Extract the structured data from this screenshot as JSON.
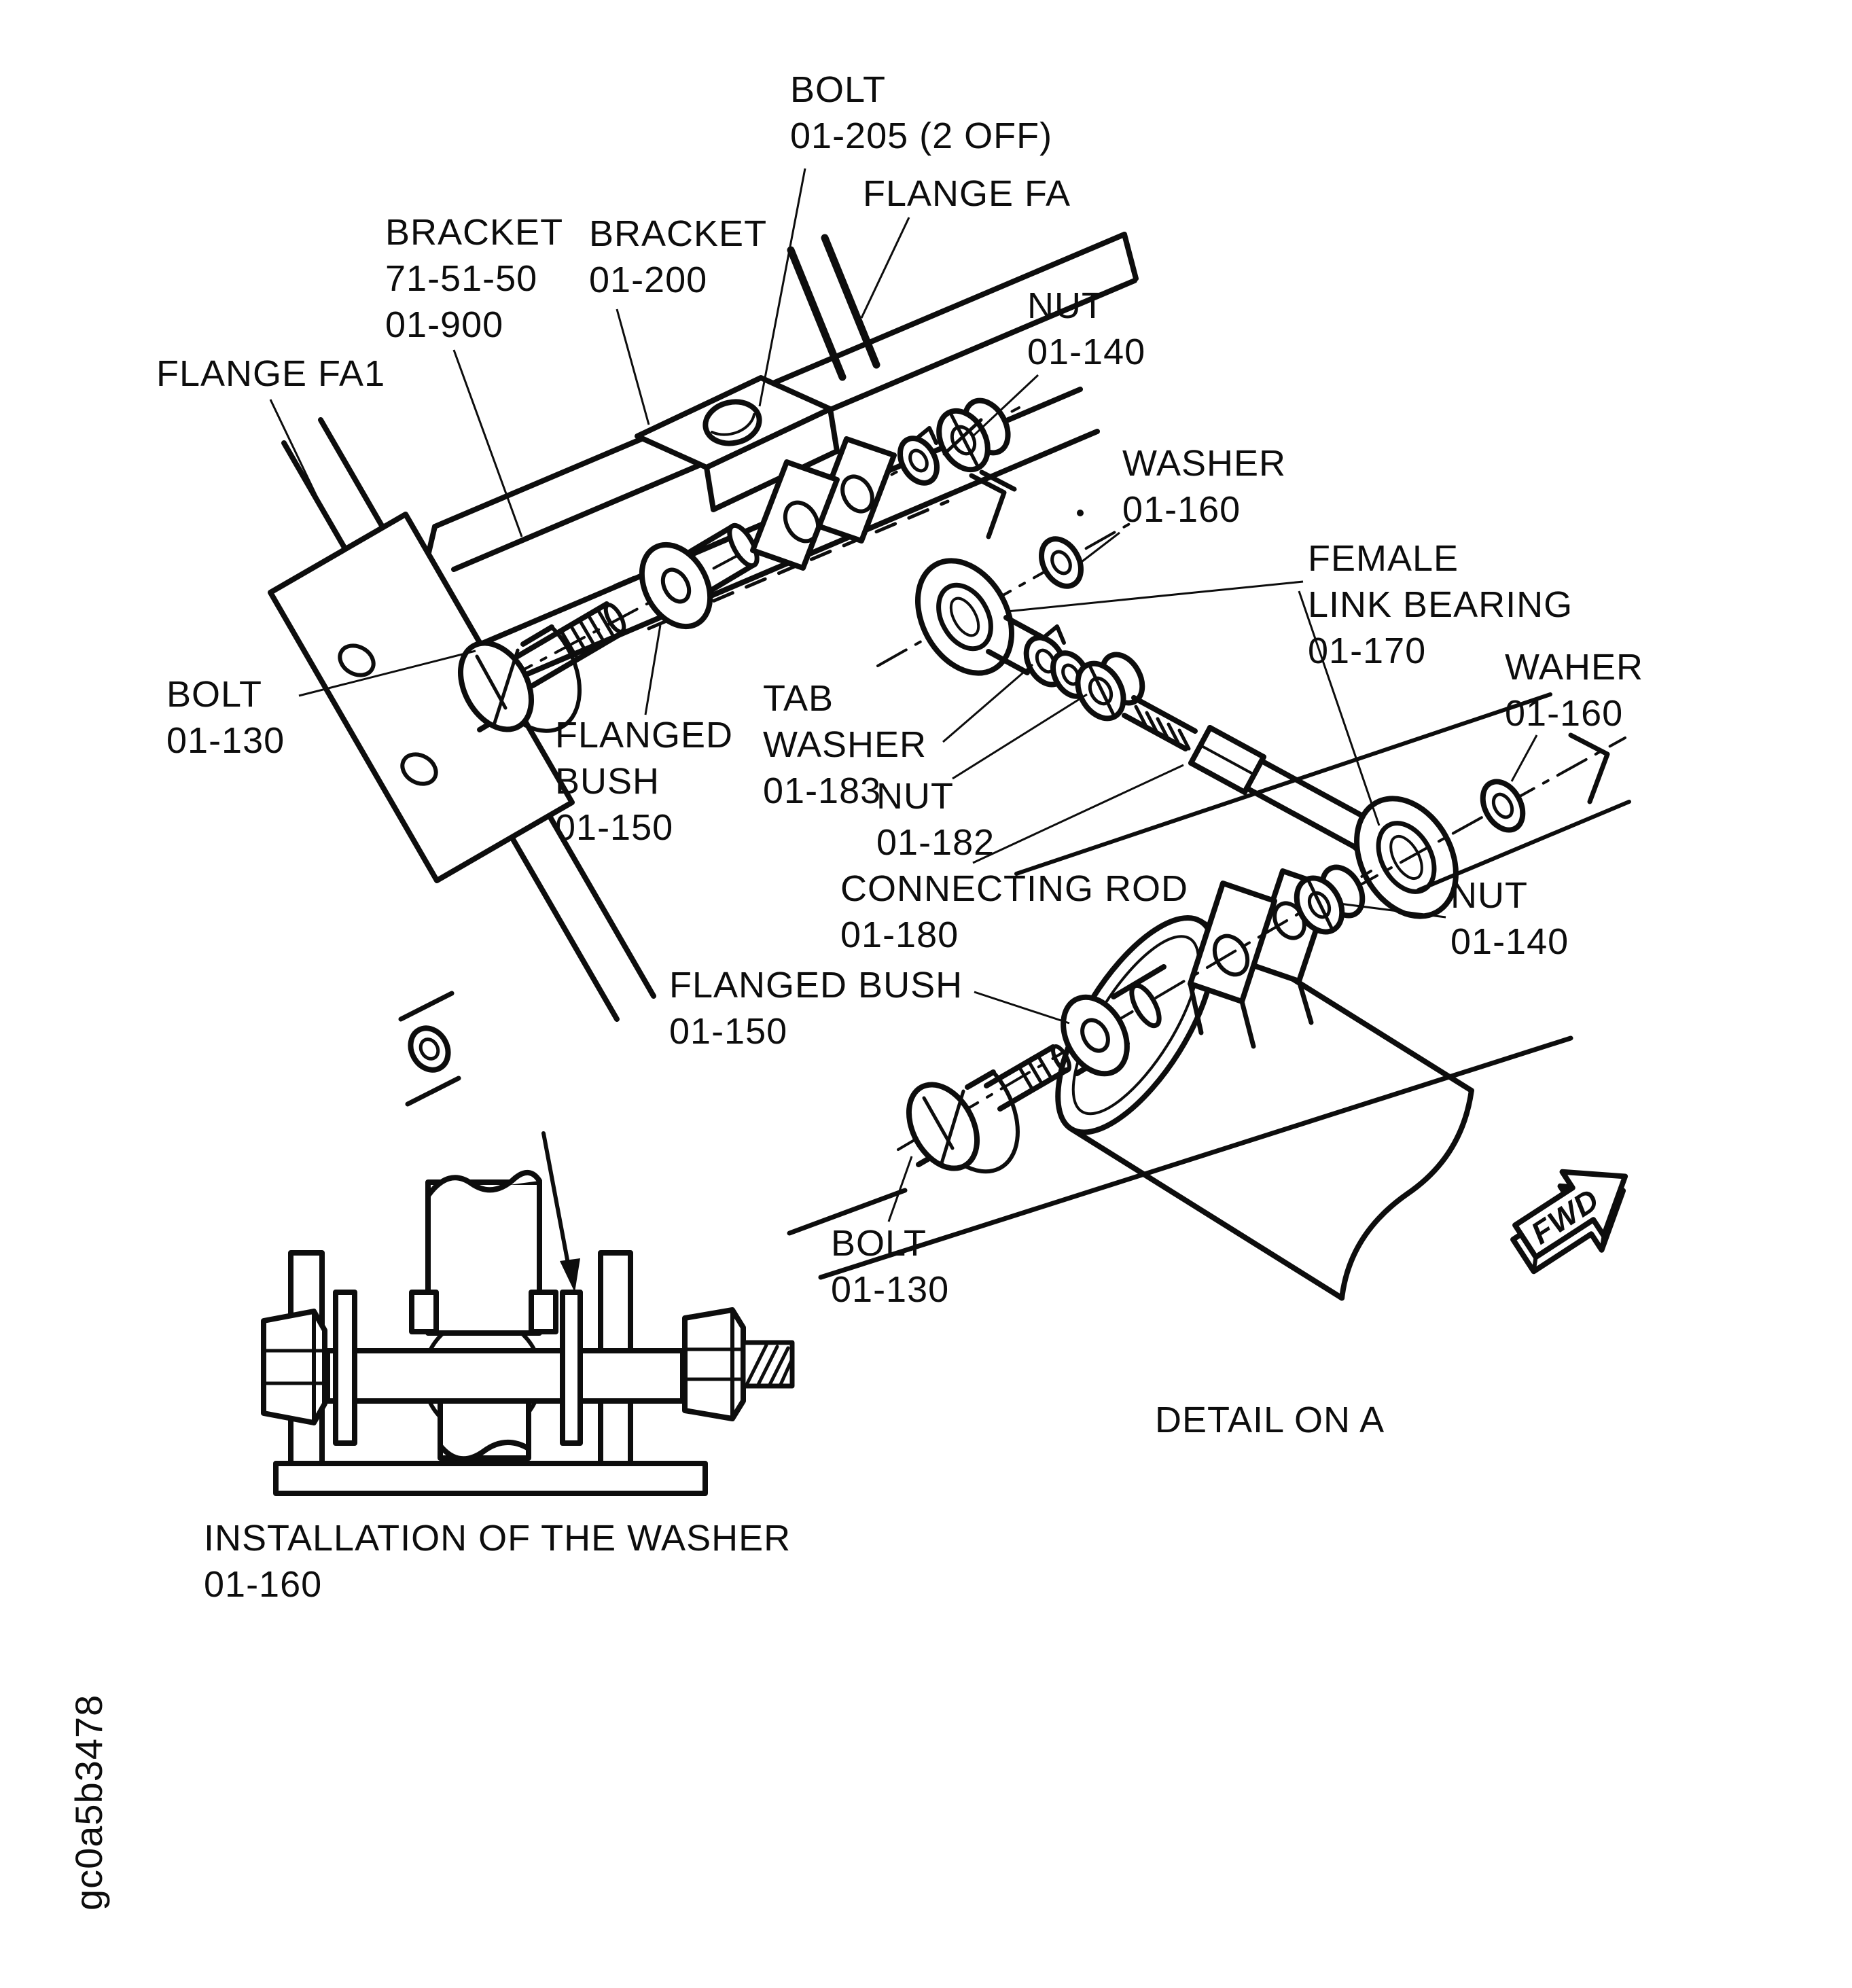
{
  "page": {
    "paper_color": "#ffffff",
    "ink_color": "#0d0d0d"
  },
  "figure_code": "gc0a5b3478",
  "fwd_arrow": {
    "label": "FWD"
  },
  "captions": {
    "detail": "DETAIL ON A",
    "inset_line1": "INSTALLATION OF THE WASHER",
    "inset_line2": "01-160"
  },
  "part_labels": {
    "bolt_205": {
      "lines": [
        "BOLT",
        "01-205 (2 OFF)"
      ]
    },
    "flange_fa": {
      "lines": [
        "FLANGE FA"
      ]
    },
    "bracket_900": {
      "lines": [
        "BRACKET",
        "71-51-50",
        "01-900"
      ]
    },
    "bracket_200": {
      "lines": [
        "BRACKET",
        "01-200"
      ]
    },
    "nut_140_top": {
      "lines": [
        "NUT",
        "01-140"
      ]
    },
    "flange_fa1": {
      "lines": [
        "FLANGE FA1"
      ]
    },
    "washer_160_top": {
      "lines": [
        "WASHER",
        "01-160"
      ]
    },
    "female_link_bearing": {
      "lines": [
        "FEMALE",
        "LINK BEARING",
        "01-170"
      ]
    },
    "waher_160": {
      "lines": [
        "WAHER",
        "01-160"
      ]
    },
    "bolt_130_left": {
      "lines": [
        "BOLT",
        "01-130"
      ]
    },
    "flanged_bush_150_upper": {
      "lines": [
        "FLANGED",
        "BUSH",
        "01-150"
      ]
    },
    "tab_washer_183": {
      "lines": [
        "TAB",
        "WASHER",
        "01-183"
      ]
    },
    "nut_182": {
      "lines": [
        "NUT",
        "01-182"
      ]
    },
    "connecting_rod_180": {
      "lines": [
        "CONNECTING ROD",
        "01-180"
      ]
    },
    "nut_140_right": {
      "lines": [
        "NUT",
        "01-140"
      ]
    },
    "flanged_bush_150_lower": {
      "lines": [
        "FLANGED BUSH",
        "01-150"
      ]
    },
    "bolt_130_bottom": {
      "lines": [
        "BOLT",
        "01-130"
      ]
    }
  }
}
